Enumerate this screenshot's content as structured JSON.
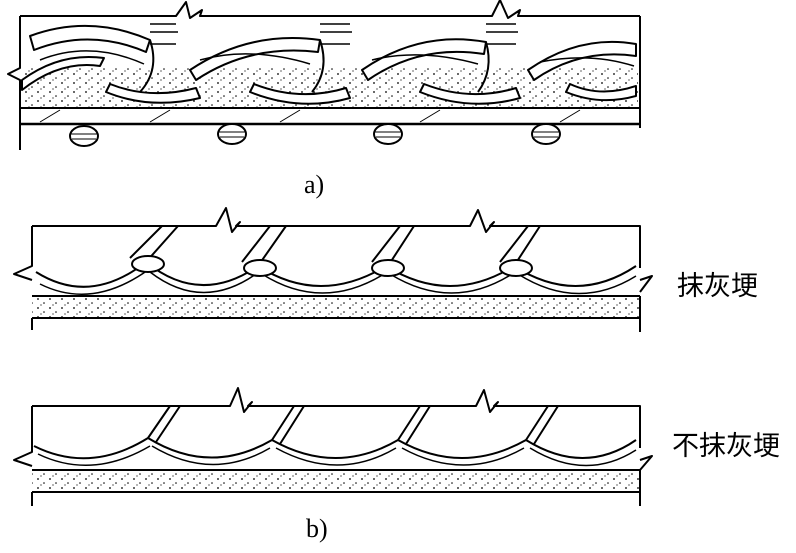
{
  "figure": {
    "caption_a": "a)",
    "caption_b": "b)",
    "label_with_mortar": "抹灰埂",
    "label_without_mortar": "不抹灰埂"
  },
  "colors": {
    "ink": "#000000",
    "paper": "#ffffff"
  }
}
